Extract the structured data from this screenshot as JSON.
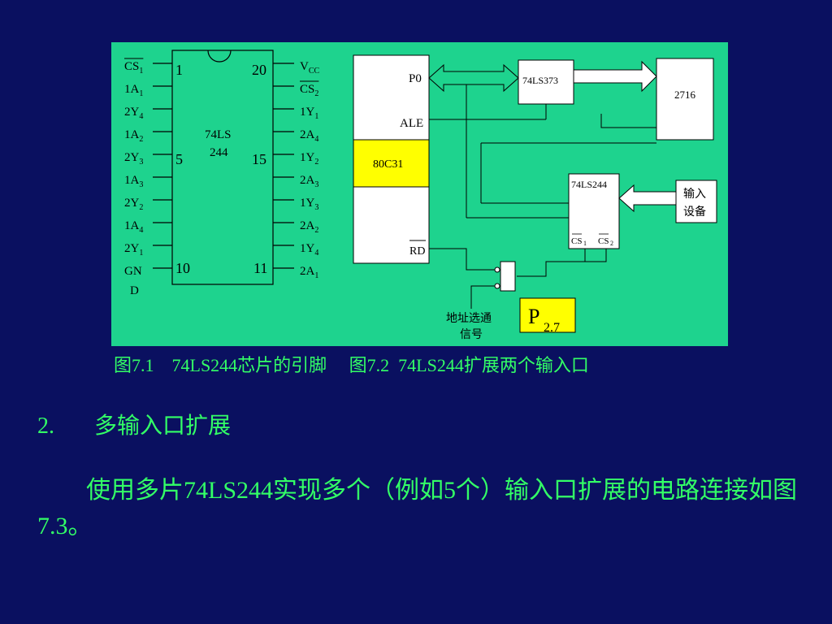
{
  "colors": {
    "background": "#0a1060",
    "diagram_bg": "#1ed38e",
    "text_green": "#33ff66",
    "highlight_yellow": "#ffff00"
  },
  "pinout": {
    "chip_label_line1": "74LS",
    "chip_label_line2": "244",
    "pin_numbers": [
      "1",
      "20",
      "5",
      "15",
      "10",
      "11"
    ],
    "left_pins": [
      {
        "main": "CS",
        "sub": "1",
        "overline": true
      },
      {
        "main": "1A",
        "sub": "1"
      },
      {
        "main": "2Y",
        "sub": "4"
      },
      {
        "main": "1A",
        "sub": "2"
      },
      {
        "main": "2Y",
        "sub": "3"
      },
      {
        "main": "1A",
        "sub": "3"
      },
      {
        "main": "2Y",
        "sub": "2"
      },
      {
        "main": "1A",
        "sub": "4"
      },
      {
        "main": "2Y",
        "sub": "1"
      },
      {
        "main": "GN",
        "sub": ""
      }
    ],
    "gnd_tail": "D",
    "right_pins": [
      {
        "main": "V",
        "sub": "CC"
      },
      {
        "main": "CS",
        "sub": "2",
        "overline": true
      },
      {
        "main": "1Y",
        "sub": "1"
      },
      {
        "main": "2A",
        "sub": "4"
      },
      {
        "main": "1Y",
        "sub": "2"
      },
      {
        "main": "2A",
        "sub": "3"
      },
      {
        "main": "1Y",
        "sub": "3"
      },
      {
        "main": "2A",
        "sub": "2"
      },
      {
        "main": "1Y",
        "sub": "4"
      },
      {
        "main": "2A",
        "sub": "1"
      }
    ]
  },
  "circuit": {
    "p0": "P0",
    "ale": "ALE",
    "mcu": "80C31",
    "rd": "RD",
    "latch": "74LS373",
    "eprom": "2716",
    "buffer": "74LS244",
    "cs1": "CS",
    "cs1_sub": "1",
    "cs2": "CS",
    "cs2_sub": "2",
    "input_device_line1": "输入",
    "input_device_line2": "设备",
    "addr_line1": "地址选通",
    "addr_line2": "信号",
    "p27_main": "P",
    "p27_sub": "2.7"
  },
  "caption": "图7.1    74LS244芯片的引脚     图7.2  74LS244扩展两个输入口",
  "heading": {
    "number": "2.",
    "title": "多输入口扩展"
  },
  "body_text": "使用多片74LS244实现多个（例如5个）输入口扩展的电路连接如图7.3。"
}
